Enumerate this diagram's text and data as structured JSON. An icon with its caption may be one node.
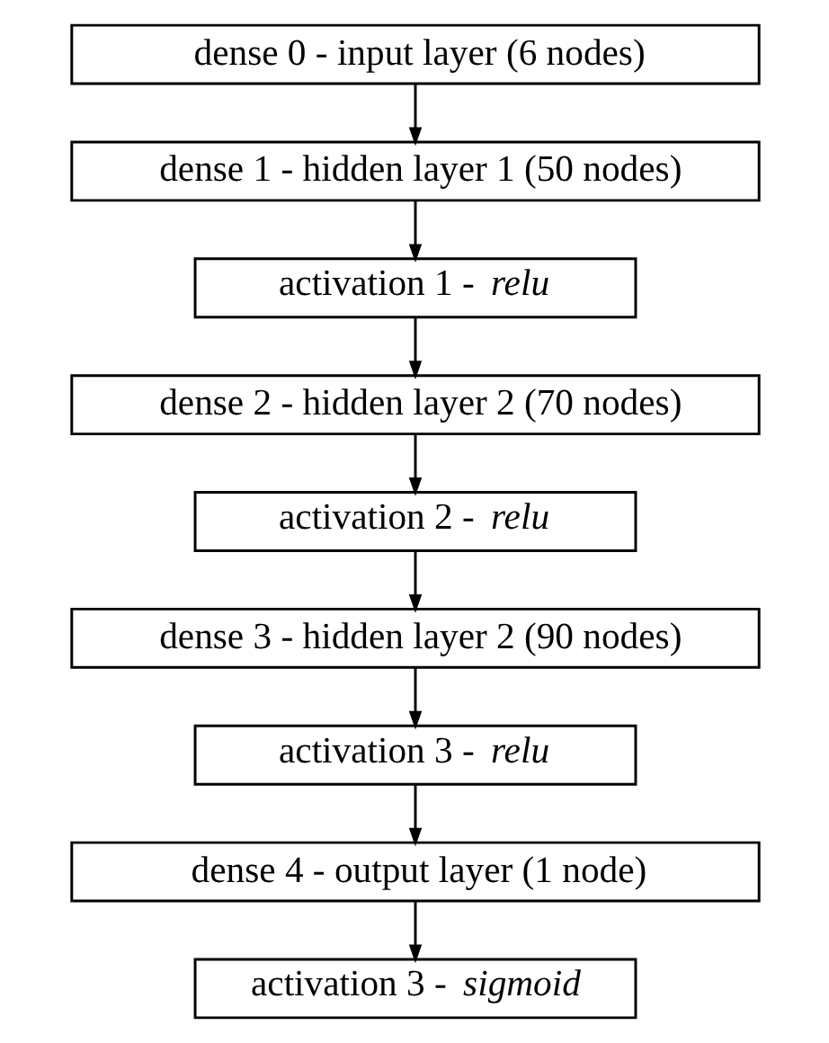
{
  "diagram": {
    "nodes": [
      {
        "text": [
          "dense 0 - input layer (6 nodes)"
        ]
      },
      {
        "text": [
          "dense 1 - hidden layer 1 (50 nodes)"
        ]
      },
      {
        "text": [
          "activation 1 - *relu*"
        ]
      },
      {
        "text": [
          "dense 2 - hidden layer 2 (70 nodes)"
        ]
      },
      {
        "text": [
          "activation 2 - *relu*"
        ]
      },
      {
        "text": [
          "dense 3 - hidden layer 2 (90 nodes)"
        ]
      },
      {
        "text": [
          "activation 3 - *relu*"
        ]
      },
      {
        "text": [
          "dense 4 - output layer (1 node)"
        ]
      },
      {
        "text": [
          "activation 3 - *sigmoid*"
        ]
      }
    ],
    "edges": [
      {
        "from": 0,
        "to": 1,
        "arrow": "to"
      },
      {
        "from": 1,
        "to": 2,
        "arrow": "to"
      },
      {
        "from": 2,
        "to": 3,
        "arrow": "to"
      },
      {
        "from": 3,
        "to": 4,
        "arrow": "to"
      },
      {
        "from": 4,
        "to": 5,
        "arrow": "to"
      },
      {
        "from": 5,
        "to": 6,
        "arrow": "to"
      },
      {
        "from": 6,
        "to": 7,
        "arrow": "to"
      },
      {
        "from": 7,
        "to": 8,
        "arrow": "to"
      }
    ]
  }
}
